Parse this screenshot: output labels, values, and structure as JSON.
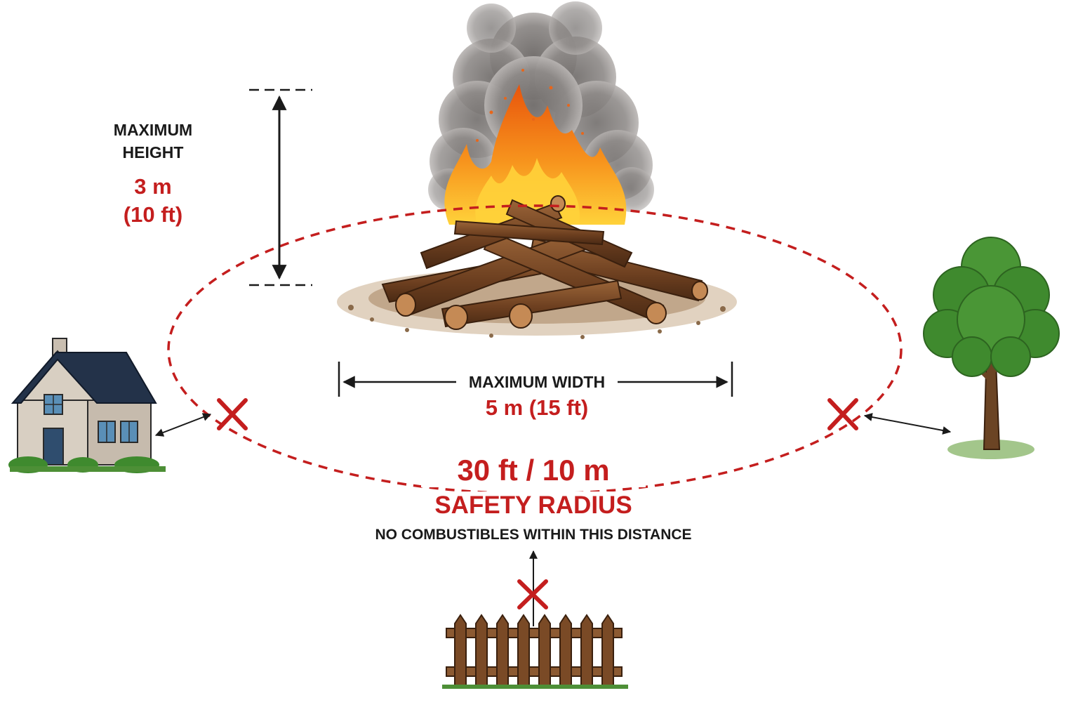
{
  "colors": {
    "accent_red": "#c41e1e",
    "text_dark": "#1a1a1a",
    "flame_orange": "#f07a10",
    "wood_brown": "#7a4a26",
    "smoke_gray": "#7b7775",
    "tree_green": "#3f8a2e",
    "house_roof": "#233249",
    "house_wall": "#d8cfc2"
  },
  "height_label": {
    "line1": "MAXIMUM",
    "line2": "HEIGHT",
    "value": "3 m",
    "value_alt": "(10 ft)"
  },
  "width_label": {
    "title": "MAXIMUM WIDTH",
    "value": "5 m (15 ft)"
  },
  "radius_label": {
    "value": "30 ft / 10 m",
    "title": "SAFETY RADIUS",
    "note": "NO COMBUSTIBLES WITHIN THIS DISTANCE"
  },
  "icons": {
    "bonfire": "bonfire-icon",
    "smoke": "smoke-icon",
    "house": "house-icon",
    "tree": "tree-icon",
    "fence": "fence-icon",
    "no_go_marker": "red-x-icon"
  }
}
